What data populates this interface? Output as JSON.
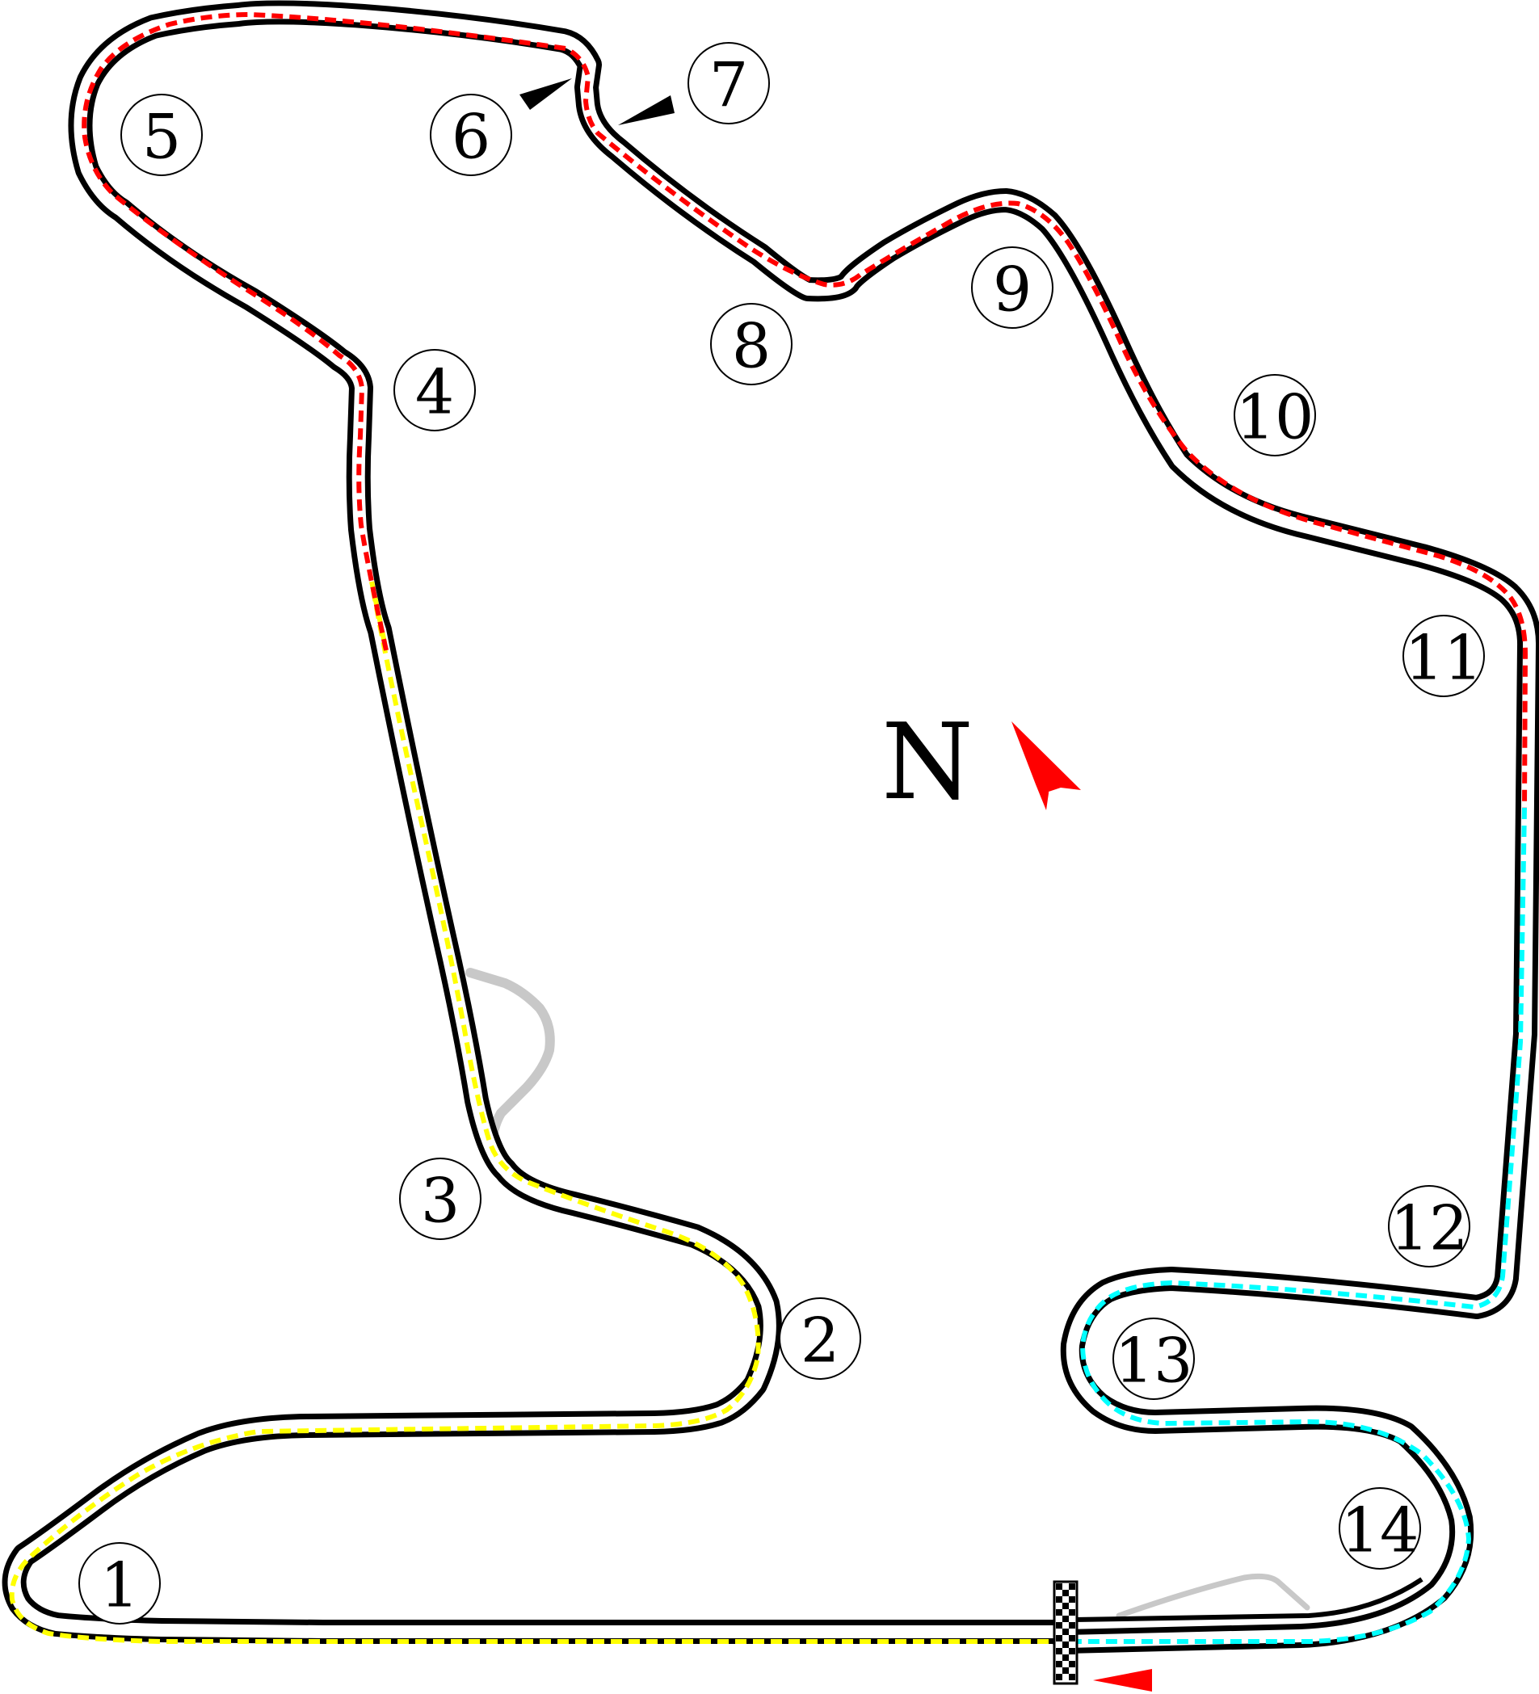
{
  "colors": {
    "track_outline": "#000000",
    "track_surface": "#ffffff",
    "sector_1": "#ffff00",
    "sector_2": "#ff0000",
    "sector_3": "#00ffff",
    "pit_lane": "#c8c8c8",
    "north_arrow": "#ff0000",
    "direction_arrow": "#ff0000",
    "drs_marker": "#000000"
  },
  "legend": {
    "north_label": "N"
  },
  "turns": [
    "1",
    "2",
    "3",
    "4",
    "5",
    "6",
    "7",
    "8",
    "9",
    "10",
    "11",
    "12",
    "13",
    "14"
  ],
  "icons": {
    "north": "north-arrow-icon",
    "finish": "checkered-flag-icon",
    "direction": "race-direction-arrow-icon",
    "drs": "drs-marker-icon"
  }
}
